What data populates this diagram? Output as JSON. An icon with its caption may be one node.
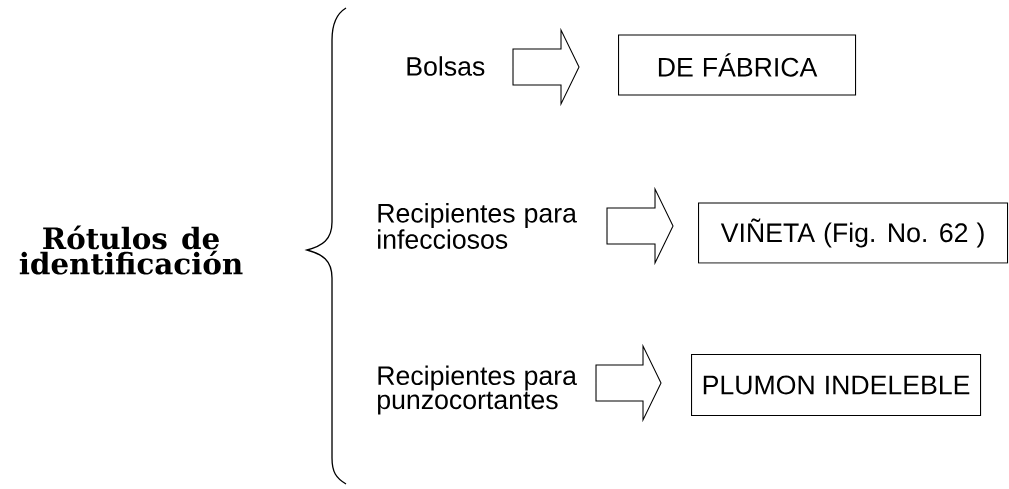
{
  "diagram": {
    "nodes": [
      {
        "text": [
          "Bolsas"
        ]
      },
      {
        "text": [
          "DE FÁBRICA"
        ]
      },
      {
        "text": [
          "Recipientes para infecciosos"
        ]
      },
      {
        "text": [
          "VIÑETA (Fig. No. 62 )"
        ]
      },
      {
        "text": [
          "Recipientes para punzocortantes"
        ]
      },
      {
        "text": [
          "PLUMON INDELEBLE"
        ]
      }
    ],
    "edges": [
      {
        "from": 0,
        "to": 1,
        "arrow": "to"
      },
      {
        "from": 2,
        "to": 3,
        "arrow": "to"
      },
      {
        "from": 4,
        "to": 5,
        "arrow": "to"
      }
    ],
    "labels": [
      "Rótulos de identificación"
    ]
  }
}
